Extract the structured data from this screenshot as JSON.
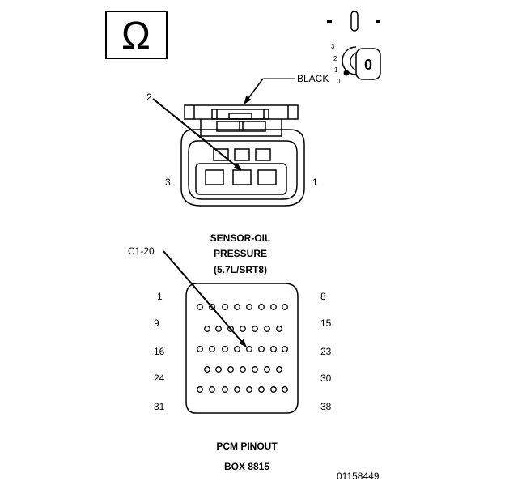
{
  "ohm_symbol": "Ω",
  "key_switch": {
    "positions": [
      "3",
      "2",
      "1",
      "0"
    ],
    "key_label": "0"
  },
  "sensor_connector": {
    "wire_color_label": "BLACK",
    "pointer_label": "2",
    "left_pin_label": "3",
    "right_pin_label": "1",
    "title_line1": "SENSOR-OIL",
    "title_line2": "PRESSURE",
    "title_line3": "(5.7L/SRT8)"
  },
  "pcm_connector": {
    "pointer_label": "C1-20",
    "row_left_labels": [
      "1",
      "9",
      "16",
      "24",
      "31"
    ],
    "row_right_labels": [
      "8",
      "15",
      "23",
      "30",
      "38"
    ],
    "title_line1": "PCM PINOUT",
    "title_line2": "BOX 8815"
  },
  "figure_id": "01158449"
}
